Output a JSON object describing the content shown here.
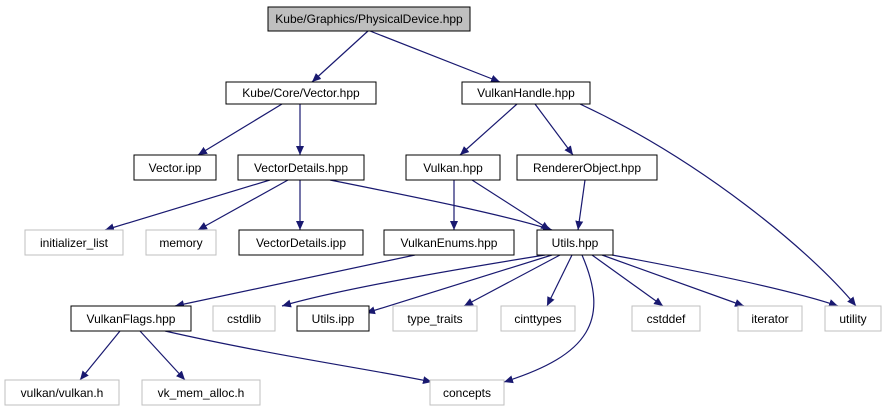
{
  "nodes": {
    "physical_device": "Kube/Graphics/PhysicalDevice.hpp",
    "core_vector": "Kube/Core/Vector.hpp",
    "vulkan_handle": "VulkanHandle.hpp",
    "vector_ipp": "Vector.ipp",
    "vector_details_hpp": "VectorDetails.hpp",
    "vulkan_hpp": "Vulkan.hpp",
    "renderer_object": "RendererObject.hpp",
    "initializer_list": "initializer_list",
    "memory": "memory",
    "vector_details_ipp": "VectorDetails.ipp",
    "vulkan_enums": "VulkanEnums.hpp",
    "utils_hpp": "Utils.hpp",
    "vulkan_flags": "VulkanFlags.hpp",
    "cstdlib": "cstdlib",
    "utils_ipp": "Utils.ipp",
    "type_traits": "type_traits",
    "cinttypes": "cinttypes",
    "cstddef": "cstddef",
    "iterator": "iterator",
    "utility": "utility",
    "vulkan_vulkan_h": "vulkan/vulkan.h",
    "vk_mem_alloc": "vk_mem_alloc.h",
    "concepts": "concepts"
  },
  "colors": {
    "edge": "#191970",
    "root_fill": "#bfbfbf",
    "external_border": "#bfbfbf",
    "internal_border": "#000000"
  }
}
